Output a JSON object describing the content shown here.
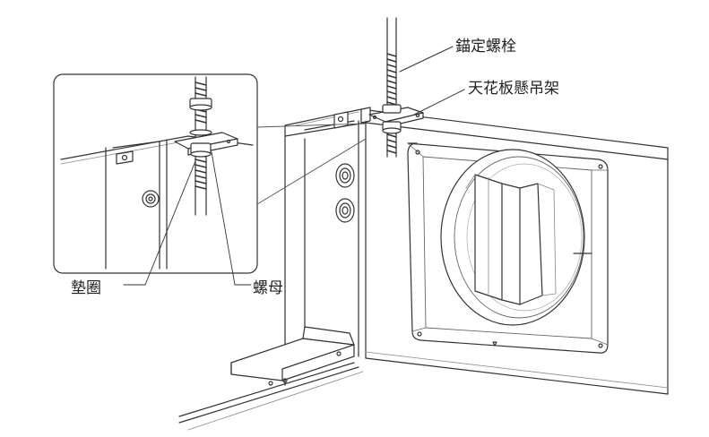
{
  "labels": {
    "anchor_bolt": "錨定螺栓",
    "ceiling_hanger": "天花板懸吊架",
    "washer": "墊圈",
    "nut": "螺母"
  },
  "colors": {
    "line": "#333333",
    "light_line": "#888888",
    "background": "#ffffff"
  }
}
